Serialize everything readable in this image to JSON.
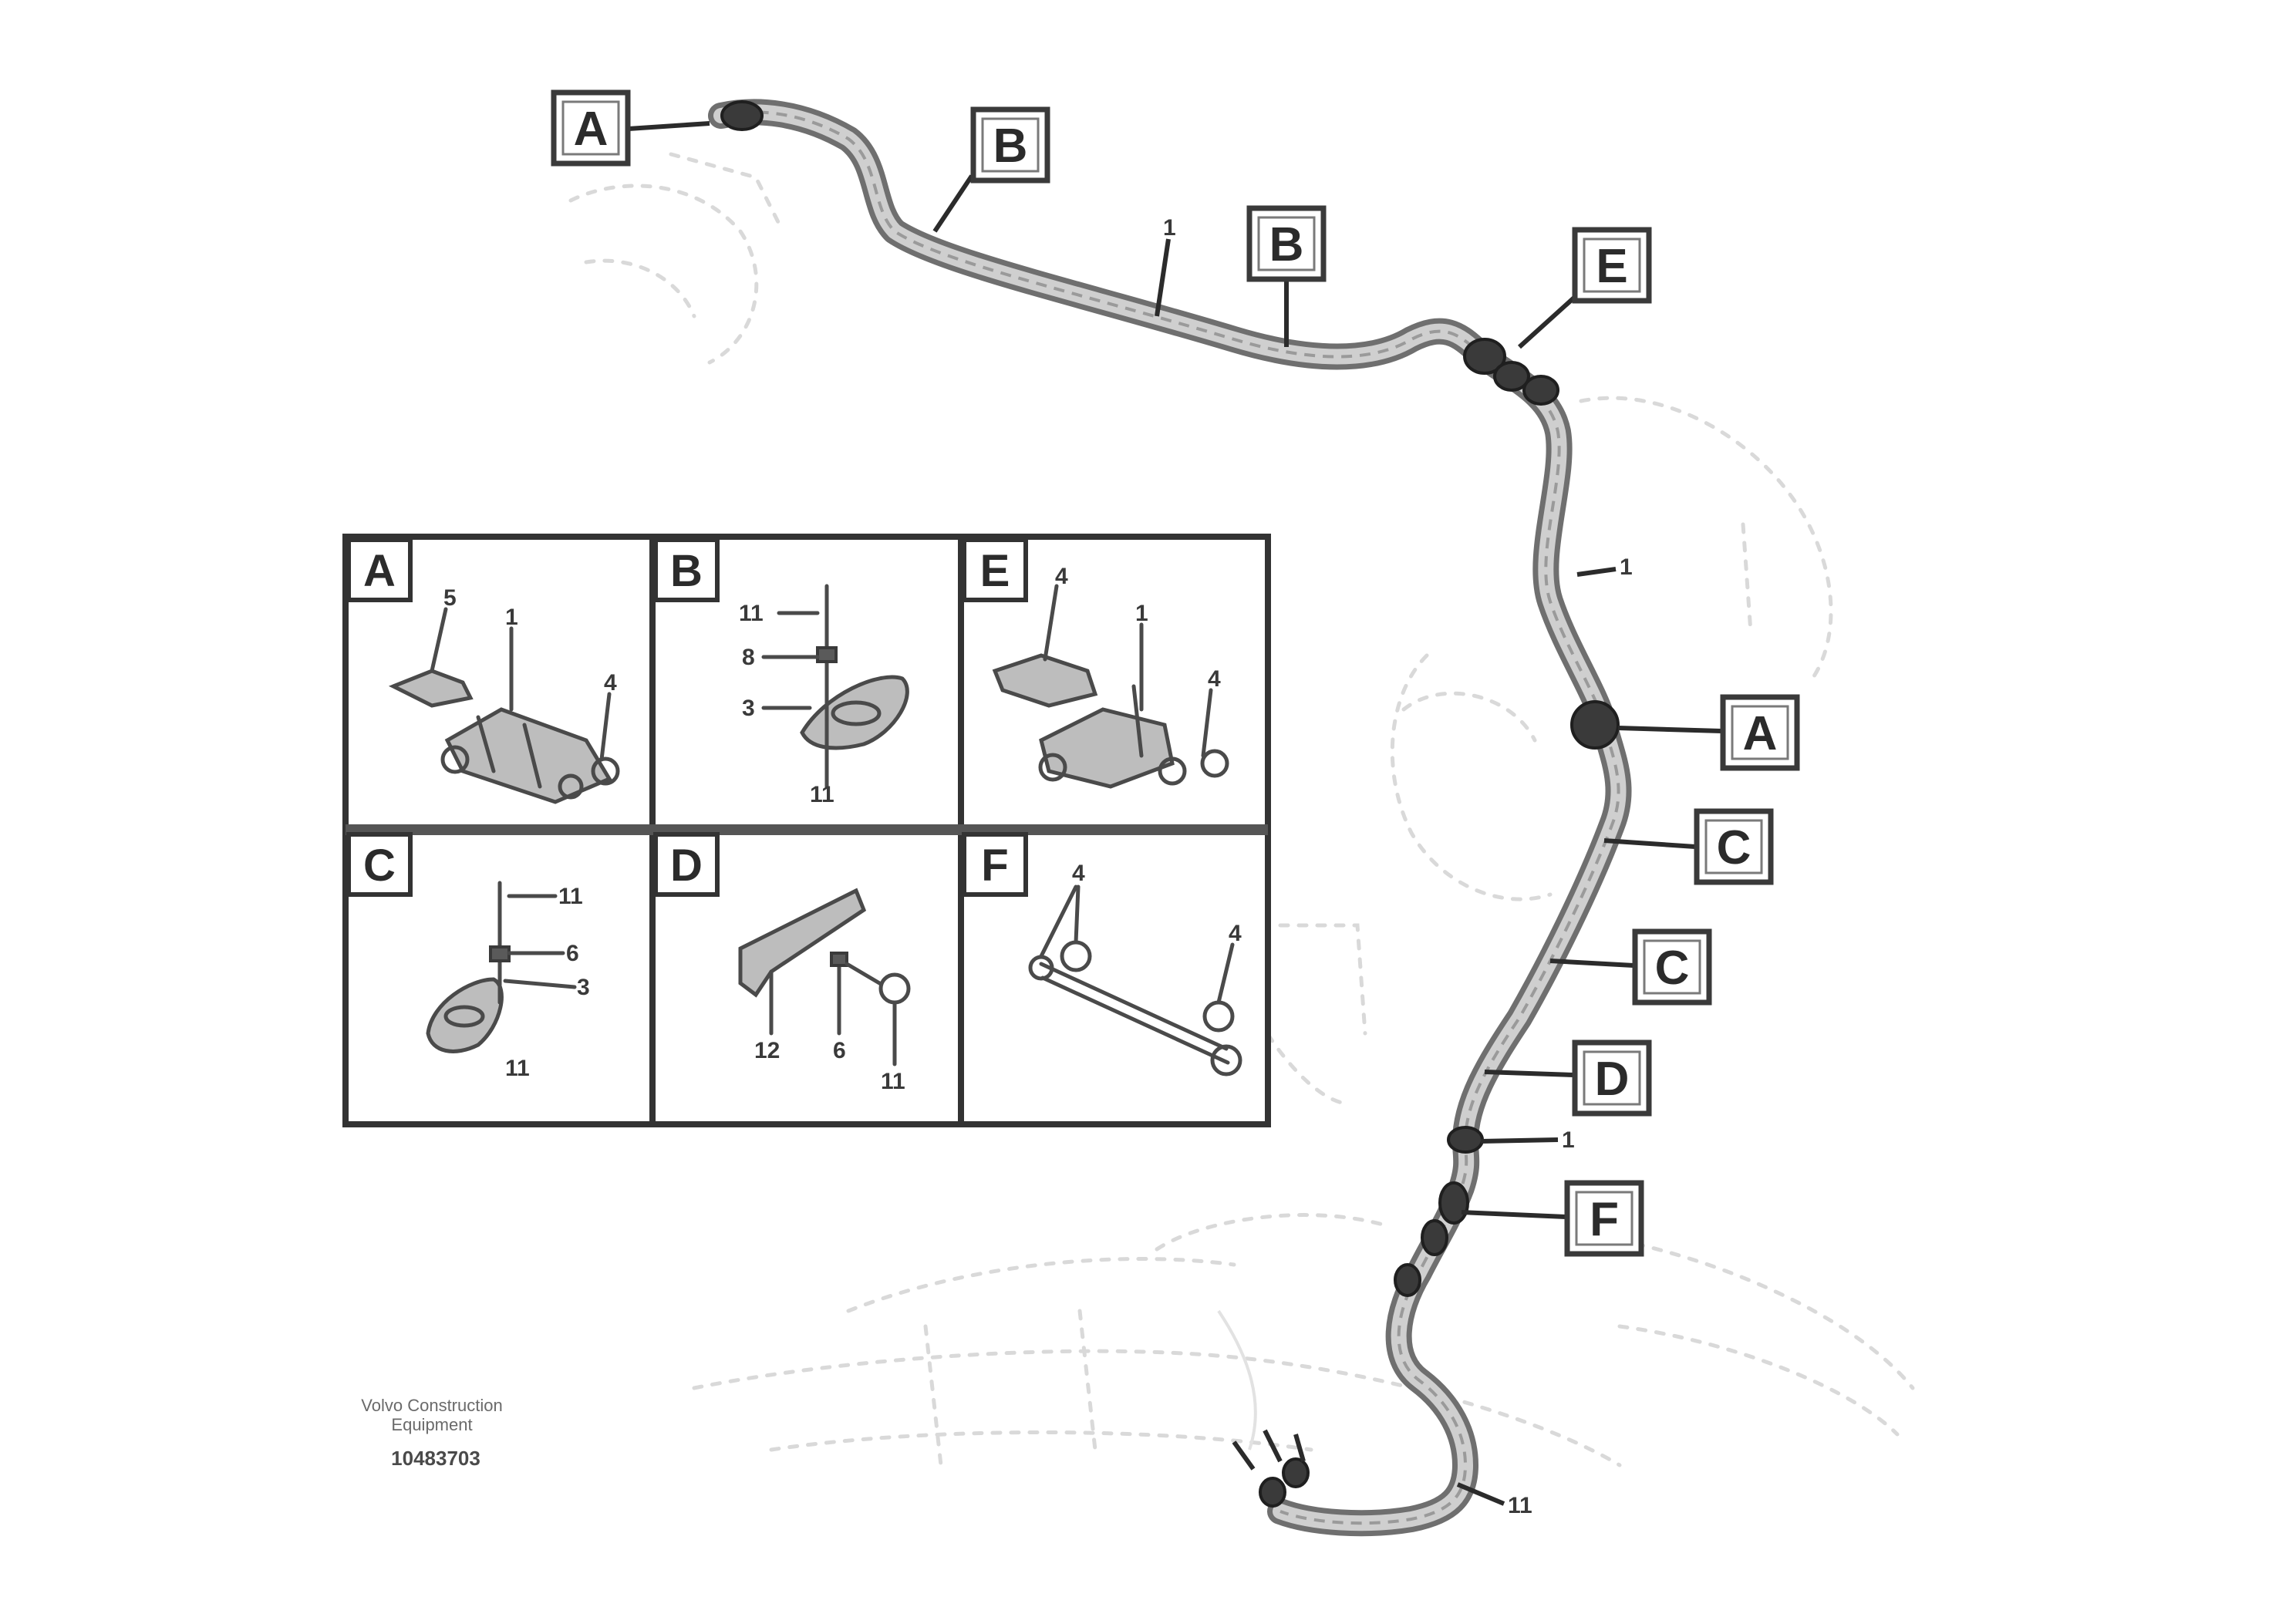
{
  "callouts": [
    {
      "id": "A1",
      "letter": "A"
    },
    {
      "id": "B1",
      "letter": "B"
    },
    {
      "id": "B2",
      "letter": "B"
    },
    {
      "id": "E1",
      "letter": "E"
    },
    {
      "id": "A2",
      "letter": "A"
    },
    {
      "id": "C1",
      "letter": "C"
    },
    {
      "id": "C2",
      "letter": "C"
    },
    {
      "id": "D1",
      "letter": "D"
    },
    {
      "id": "F1",
      "letter": "F"
    }
  ],
  "part_labels": {
    "p1": "1",
    "p2": "1",
    "p3": "1",
    "p4": "11"
  },
  "panels": [
    {
      "id": "A",
      "letter": "A",
      "labels": [
        "5",
        "1",
        "4"
      ]
    },
    {
      "id": "B",
      "letter": "B",
      "labels": [
        "11",
        "8",
        "3",
        "11"
      ]
    },
    {
      "id": "E",
      "letter": "E",
      "labels": [
        "4",
        "1",
        "4"
      ]
    },
    {
      "id": "C",
      "letter": "C",
      "labels": [
        "11",
        "6",
        "3",
        "11"
      ]
    },
    {
      "id": "D",
      "letter": "D",
      "labels": [
        "12",
        "6",
        "11"
      ]
    },
    {
      "id": "F",
      "letter": "F",
      "labels": [
        "4",
        "4"
      ]
    }
  ],
  "reference": {
    "caption_line1": "Volvo Construction",
    "caption_line2": "Equipment",
    "code": "10483703"
  },
  "colors": {
    "line": "#2b2b2b",
    "hose": "#6f6f6f",
    "ghost": "#d9d9d9"
  }
}
